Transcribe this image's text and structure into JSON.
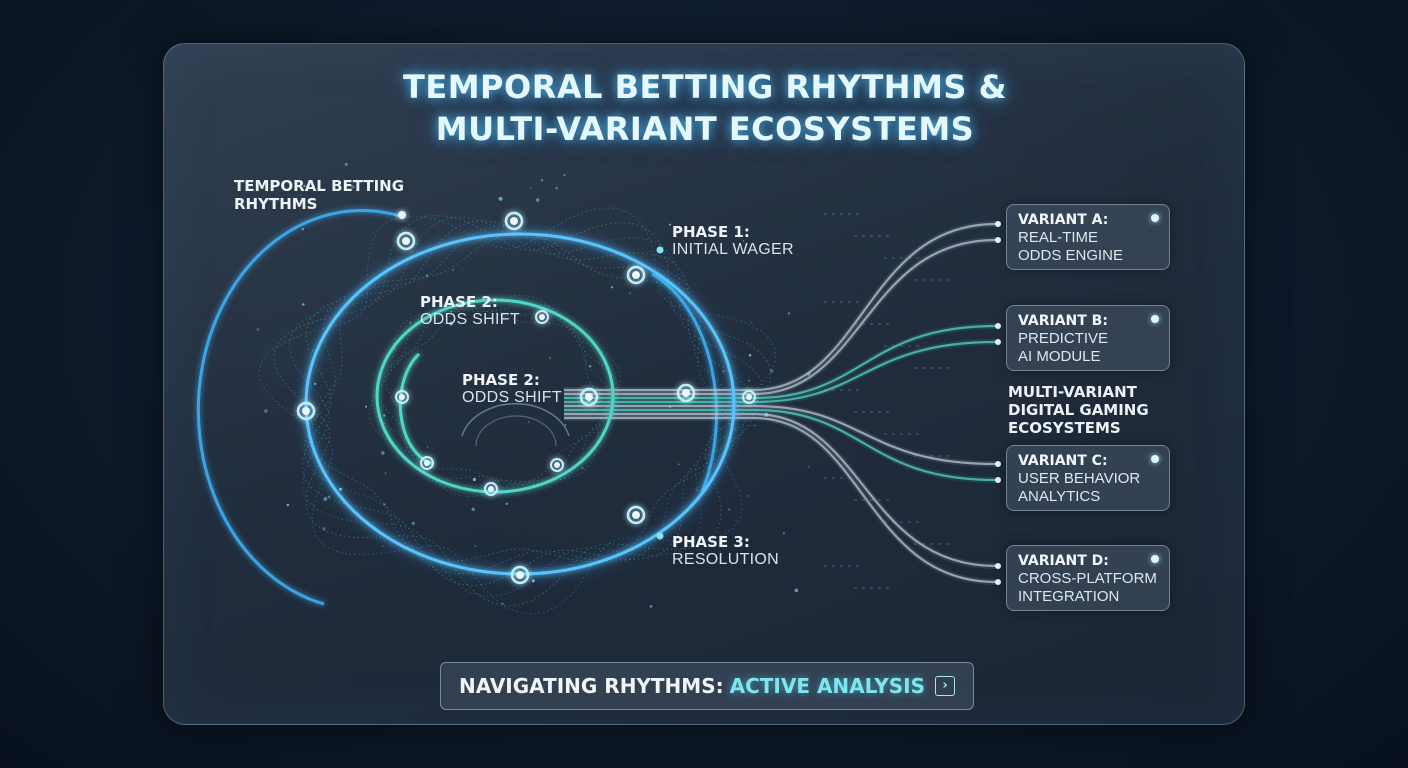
{
  "title": {
    "line1": "TEMPORAL BETTING RHYTHMS &",
    "line2": "MULTI-VARIANT ECOSYSTEMS"
  },
  "left_label": {
    "line1": "TEMPORAL BETTING",
    "line2": "RHYTHMS"
  },
  "phases": [
    {
      "heading": "PHASE 1:",
      "text": "INITIAL WAGER"
    },
    {
      "heading": "PHASE 2:",
      "text": "ODDS SHIFT"
    },
    {
      "heading": "PHASE 2:",
      "text": "ODDS SHIFT"
    },
    {
      "heading": "PHASE 3:",
      "text": "RESOLUTION"
    }
  ],
  "ecosystem_label": {
    "line1": "MULTI-VARIANT",
    "line2": "DIGITAL GAMING",
    "line3": "ECOSYSTEMS"
  },
  "variants": [
    {
      "heading": "VARIANT A:",
      "line1": "REAL-TIME",
      "line2": "ODDS ENGINE"
    },
    {
      "heading": "VARIANT B:",
      "line1": "PREDICTIVE",
      "line2": "AI MODULE"
    },
    {
      "heading": "VARIANT C:",
      "line1": "USER BEHAVIOR",
      "line2": "ANALYTICS"
    },
    {
      "heading": "VARIANT D:",
      "line1": "CROSS-PLATFORM",
      "line2": "INTEGRATION"
    }
  ],
  "bottom_bar": {
    "lead": "NAVIGATING RHYTHMS:",
    "accent": "ACTIVE ANALYSIS",
    "icon": "chevron-right-icon"
  },
  "colors": {
    "glow_blue": "#3fb6ff",
    "glow_teal": "#4fd6c8",
    "node_white": "#e8faff"
  }
}
